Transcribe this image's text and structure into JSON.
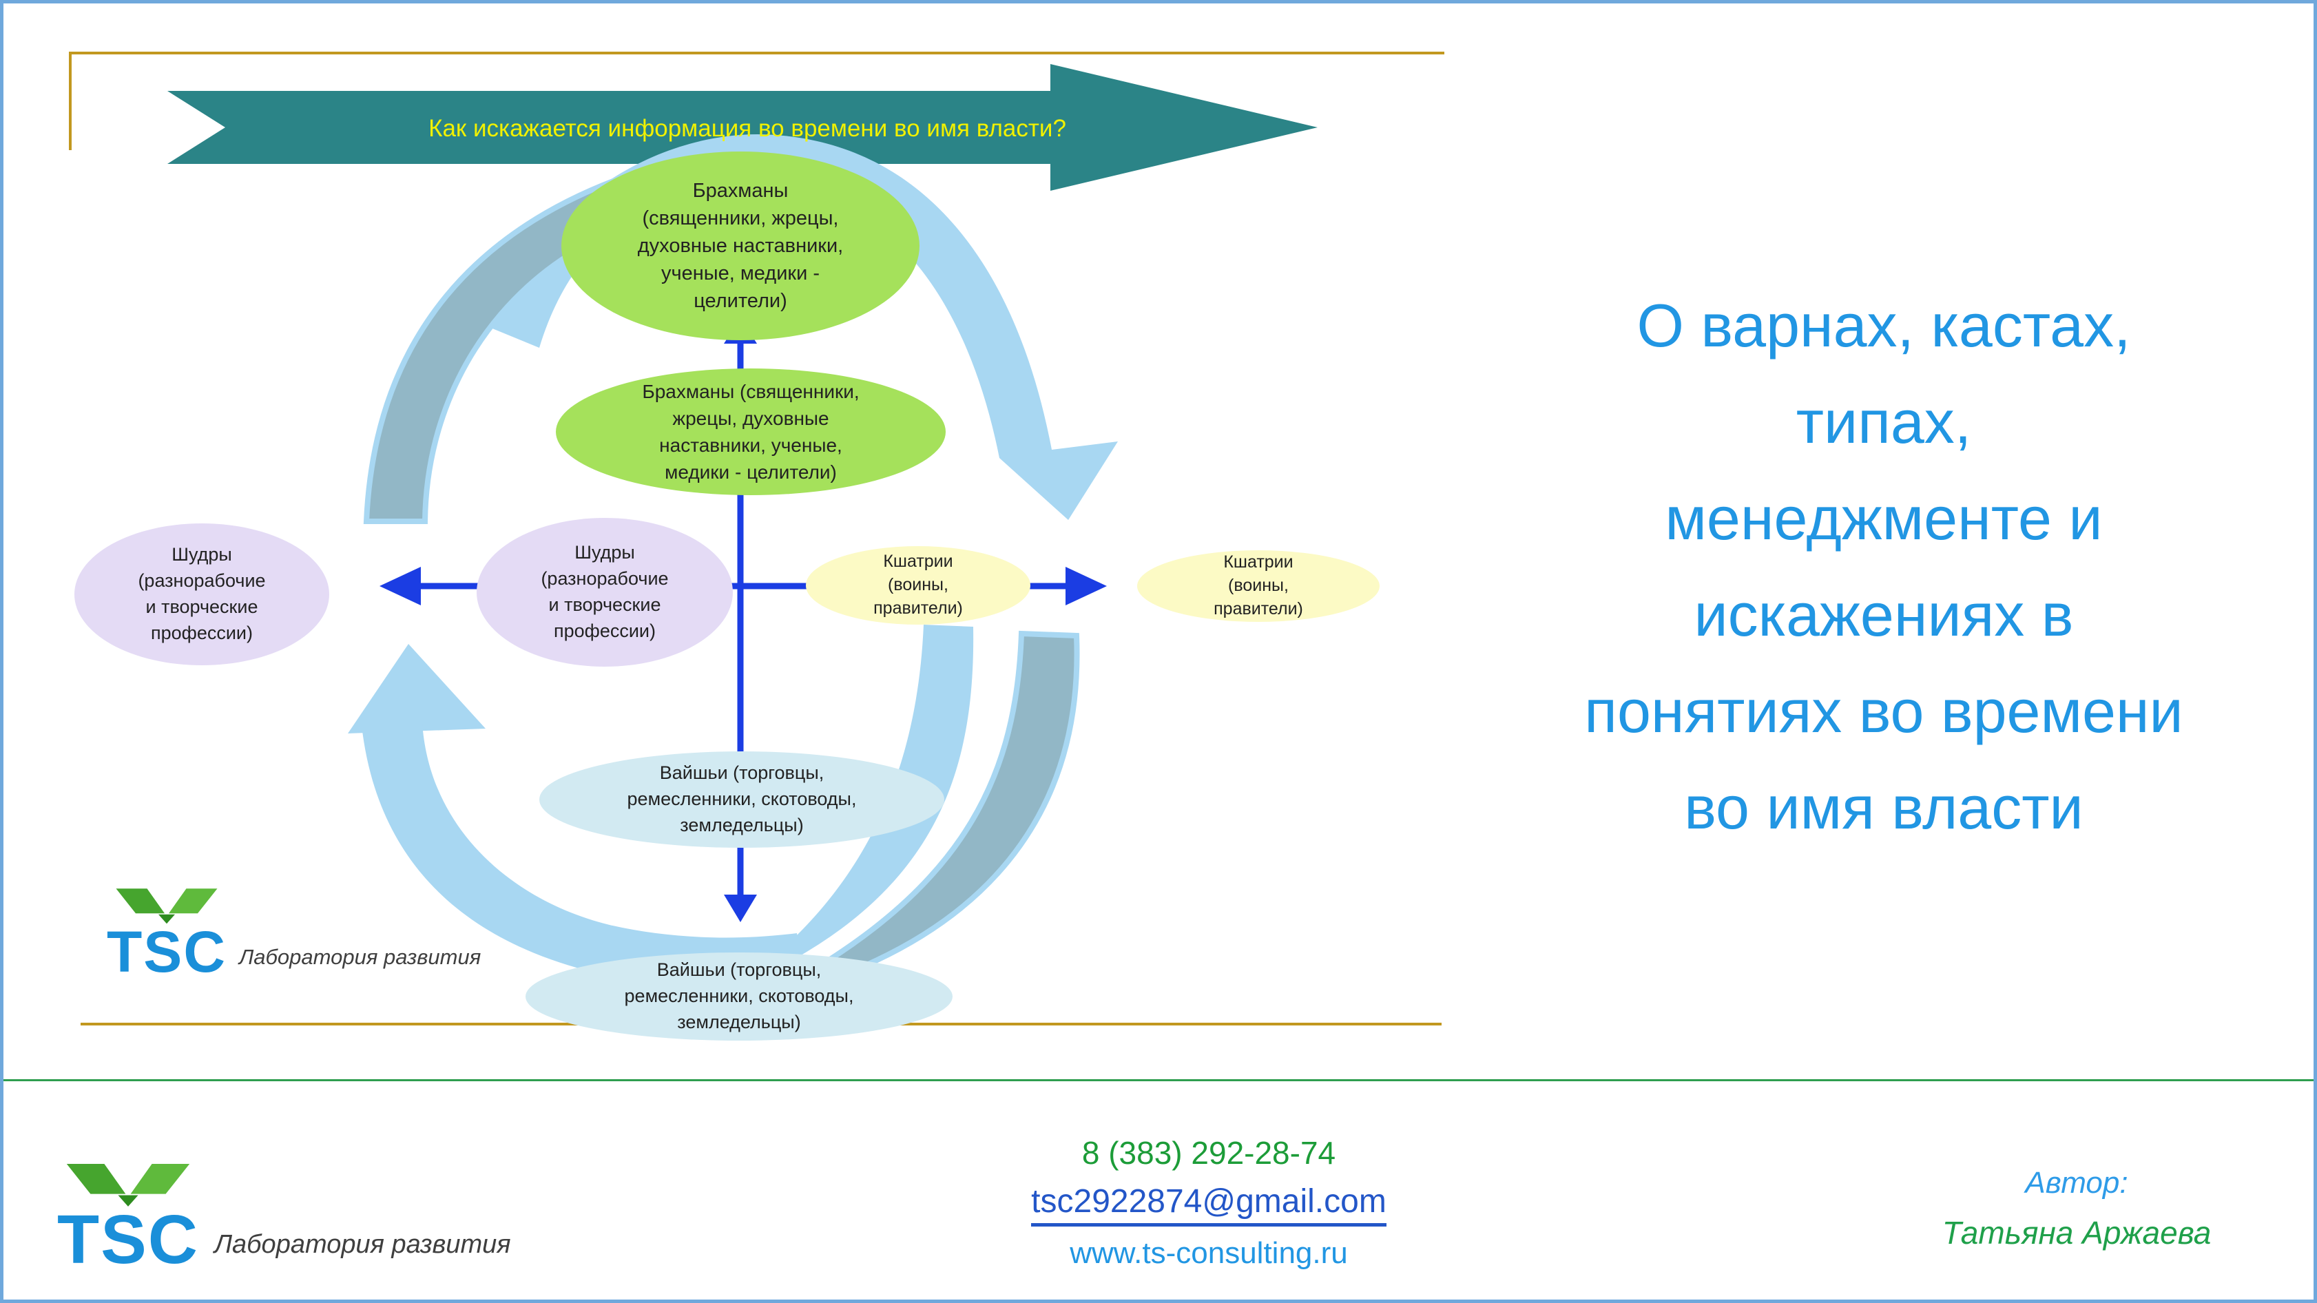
{
  "banner": {
    "text": "Как искажается информация во времени во имя власти?"
  },
  "title_panel": {
    "lines": [
      "О варнах, кастах,",
      "типах,",
      "менеджменте и",
      "искажениях в",
      "понятиях во времени",
      "во имя власти"
    ]
  },
  "diagram": {
    "top_outer": [
      "Брахманы",
      "(священники, жрецы,",
      "духовные наставники,",
      "ученые, медики -",
      "целители)"
    ],
    "top_inner": [
      "Брахманы (священники,",
      "жрецы, духовные",
      "наставники, ученые,",
      "медики - целители)"
    ],
    "left_outer": [
      "Шудры",
      "(разнорабочие",
      "и творческие",
      "профессии)"
    ],
    "left_inner": [
      "Шудры",
      "(разнорабочие",
      "и творческие",
      "профессии)"
    ],
    "right_inner": [
      "Кшатрии",
      "(воины,",
      "правители)"
    ],
    "right_outer": [
      "Кшатрии",
      "(воины,",
      "правители)"
    ],
    "bottom_inner": [
      "Вайшьи (торговцы,",
      "ремесленники, скотоводы,",
      "земледельцы)"
    ],
    "bottom_outer": [
      "Вайшьи (торговцы,",
      "ремесленники, скотоводы,",
      "земледельцы)"
    ]
  },
  "logo": {
    "tsc": "TSC",
    "org_lines": [
      "Лаборатория",
      "развития"
    ]
  },
  "footer": {
    "phone": "8 (383) 292-28-74",
    "email": "tsc2922874@gmail.com",
    "website": "www.ts-consulting.ru",
    "author_label": "Автор:",
    "author_name": "Татьяна Аржаева"
  },
  "colors": {
    "teal_banner": "#2B8487",
    "banner_text": "#F1F100",
    "green_ellipse": "#A5E15B",
    "lavender_ellipse": "#E4DBF5",
    "yellow_ellipse": "#FCFAC5",
    "blue_ellipse": "#D2EAF2",
    "arrow_blue": "#1B3DE3",
    "swoosh_light_blue": "#A8D7F2",
    "swoosh_steel": "#92B7C6",
    "gold_frame": "#C2981F",
    "title_blue": "#2196E3",
    "phone_green": "#1C9C38",
    "email_blue": "#2356C8",
    "website_blue": "#2196E3",
    "author_label_blue": "#2E9BE8",
    "author_name_green": "#1FA04A",
    "logo_blue": "#1A8FD9",
    "logo_green": "#4CA82E",
    "footer_line_green": "#2E9E4F",
    "page_border_blue": "#6FA8DC"
  }
}
